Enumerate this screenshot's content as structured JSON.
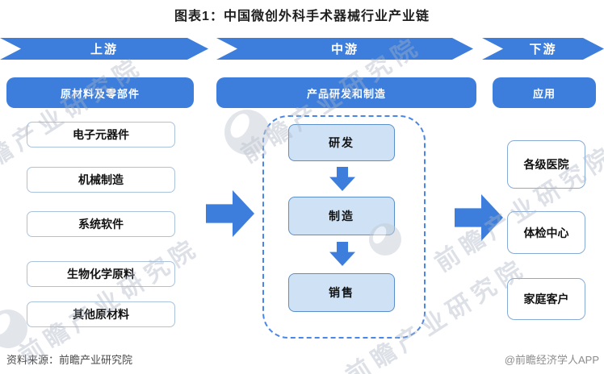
{
  "title": "图表1：中国微创外科手术器械行业产业链",
  "stages": [
    {
      "arrow_label": "上游",
      "header": "原材料及零部件",
      "items": [
        "电子元器件",
        "机械制造",
        "系统软件",
        "生物化学原料",
        "其他原材料"
      ]
    },
    {
      "arrow_label": "中游",
      "header": "产品研发和制造",
      "flow_steps": [
        "研发",
        "制造",
        "销售"
      ]
    },
    {
      "arrow_label": "下游",
      "header": "应用",
      "items": [
        "各级医院",
        "体检中心",
        "家庭客户"
      ]
    }
  ],
  "footer": {
    "source": "资料来源：前瞻产业研究院",
    "credit": "@前瞻经济学人APP"
  },
  "watermark": {
    "text": "前瞻产业研究院"
  },
  "colors": {
    "primary_blue": "#3d7edc",
    "flow_box_fill": "#cfe2f5",
    "flow_box_border": "#5b8fc9",
    "dashed_border": "#4a86e8",
    "upstream_item_border": "#a9c3dd",
    "downstream_item_border": "#86abd6"
  }
}
